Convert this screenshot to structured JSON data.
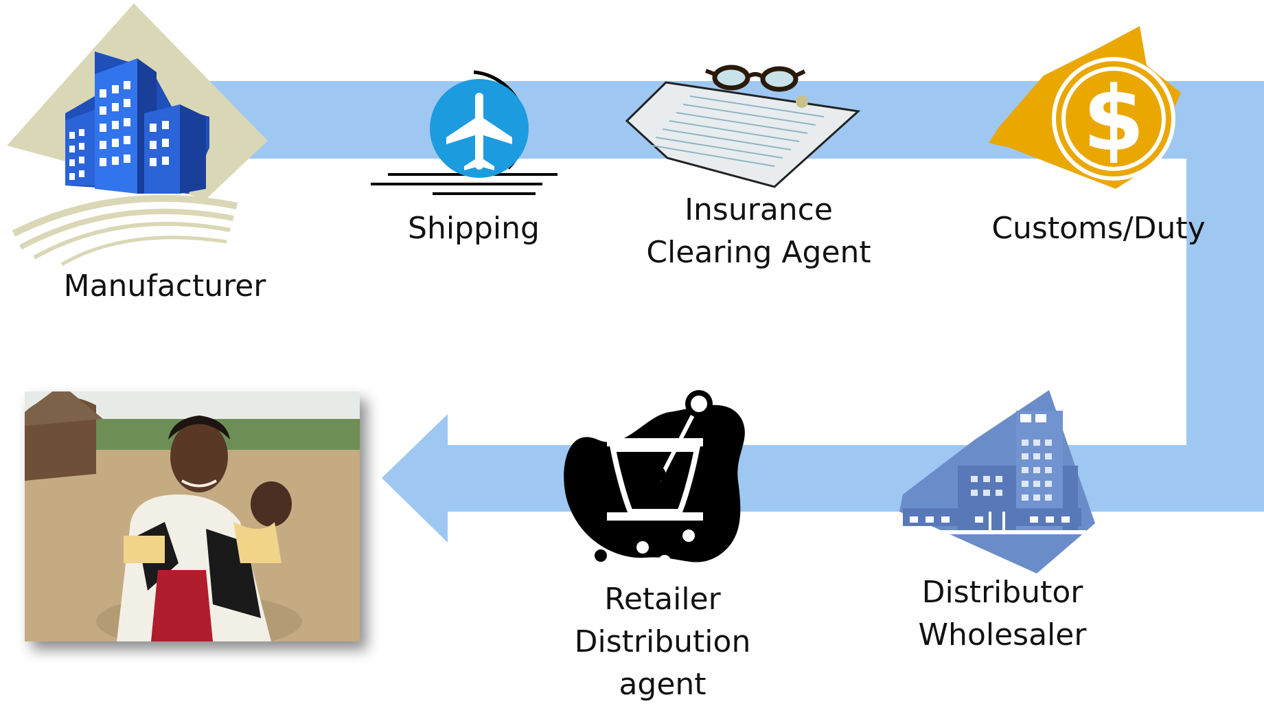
{
  "colors": {
    "flow_arrow": "#9ec8f2",
    "manufacturer_building": "#2b63d8",
    "manufacturer_backdrop": "#d9d7b5",
    "shipping_circle": "#1d9bdf",
    "customs_gold": "#eaa700",
    "distributor_blue": "#6a8cc8",
    "rx_black": "#000000"
  },
  "nodes": {
    "manufacturer": {
      "icon": "factory-buildings-icon",
      "label": "Manufacturer"
    },
    "shipping": {
      "icon": "airplane-icon",
      "label": "Shipping"
    },
    "insurance": {
      "icon": "document-with-glasses-icon",
      "line1": "Insurance",
      "line2": "Clearing Agent"
    },
    "customs": {
      "icon": "dollar-eye-icon",
      "label": "Customs/Duty"
    },
    "distributor": {
      "icon": "office-building-icon",
      "line1": "Distributor",
      "line2": "Wholesaler"
    },
    "retailer": {
      "icon": "rx-mortar-pestle-icon",
      "line1": "Retailer",
      "line2": "Distribution",
      "line3": "agent"
    },
    "end_user": {
      "icon": "photo-mother-with-child"
    }
  }
}
